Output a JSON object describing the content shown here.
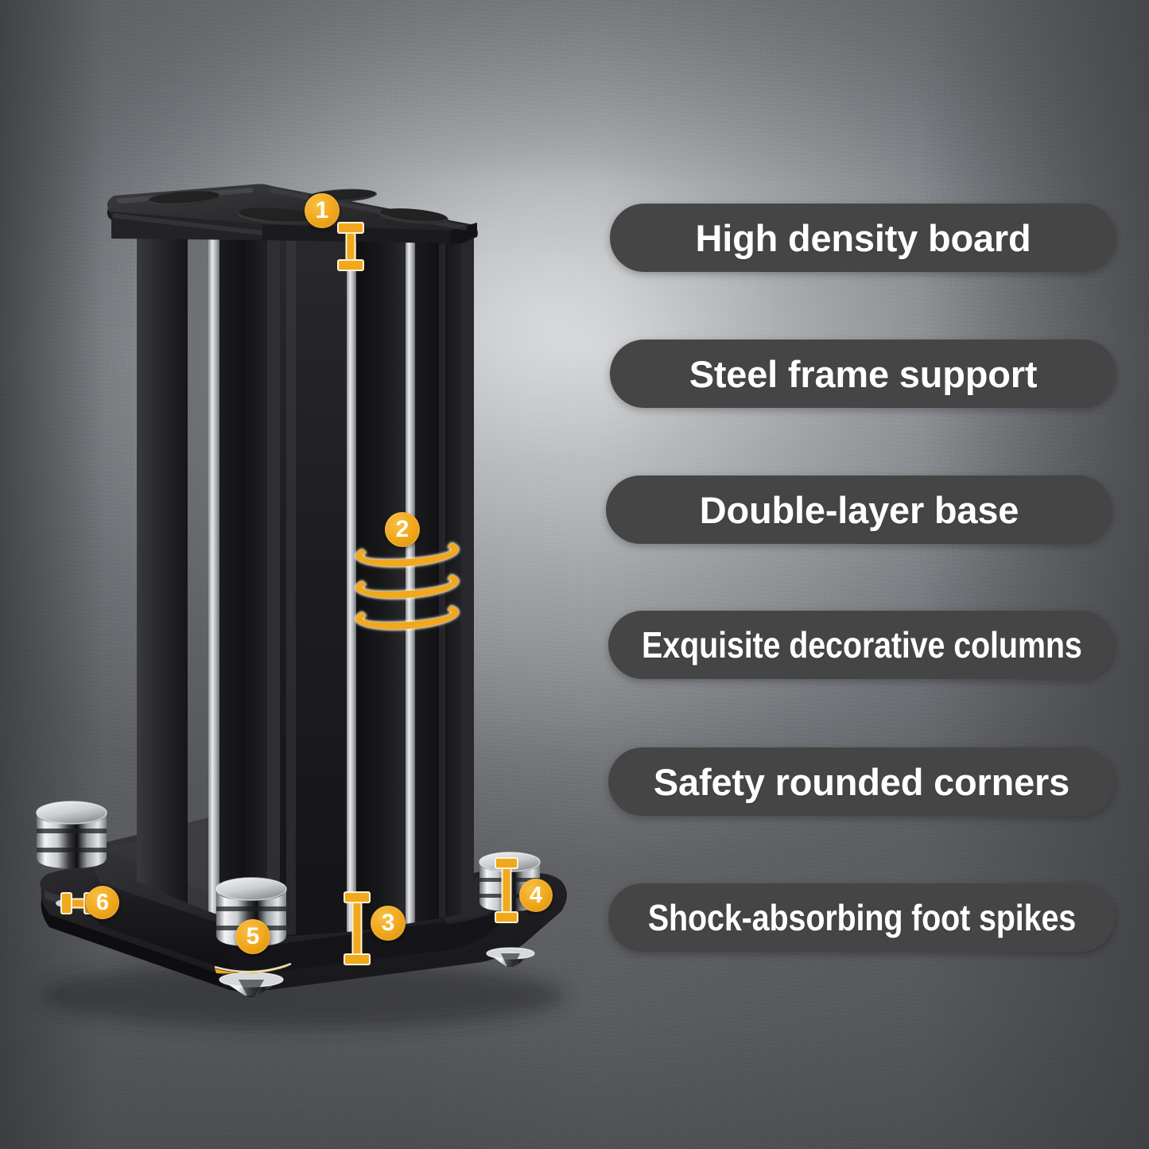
{
  "page": {
    "type": "product-feature-infographic",
    "subject": "speaker stand",
    "background_color": "#8d9094",
    "accent_color": "#f1a81d",
    "pill_color": "#454546",
    "pill_text_color": "#ffffff"
  },
  "features": [
    {
      "id": 1,
      "label": "High density board",
      "marker": "1"
    },
    {
      "id": 2,
      "label": "Steel frame support",
      "marker": "2"
    },
    {
      "id": 3,
      "label": "Double-layer base",
      "marker": "3"
    },
    {
      "id": 4,
      "label": "Exquisite decorative columns",
      "marker": "4"
    },
    {
      "id": 5,
      "label": "Safety rounded corners",
      "marker": "5"
    },
    {
      "id": 6,
      "label": "Shock-absorbing foot spikes",
      "marker": "6"
    }
  ],
  "markers": {
    "one": "1",
    "two": "2",
    "three": "3",
    "four": "4",
    "five": "5",
    "six": "6"
  }
}
